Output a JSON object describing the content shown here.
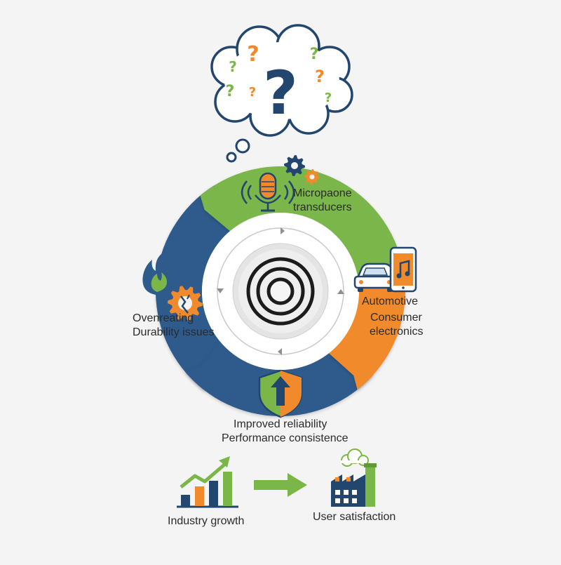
{
  "colors": {
    "green": "#7ab648",
    "orange": "#f08a2c",
    "blue": "#2f5a8c",
    "navy": "#23466f",
    "ring": "#e9e9e9",
    "text": "#2b2b2b"
  },
  "cycle": {
    "segments": [
      {
        "key": "microphone",
        "color": "green",
        "lines": [
          "Micropaone",
          "transducers"
        ],
        "icons": [
          "microphone-icon",
          "gears-icon"
        ]
      },
      {
        "key": "applications",
        "color": "orange",
        "lines": [
          "Automotive",
          "Consumer",
          "electronics"
        ],
        "icons": [
          "car-icon",
          "smartphone-music-icon"
        ]
      },
      {
        "key": "reliability",
        "color": "blue",
        "lines": [
          "Improved reliability",
          "Performance consistence"
        ],
        "icons": [
          "shield-arrow-up-icon"
        ]
      },
      {
        "key": "problems",
        "color": "blue",
        "lines": [
          "Ovenreating",
          "Durability issues"
        ],
        "icons": [
          "flame-icon",
          "broken-gear-icon"
        ]
      }
    ],
    "center_icon": "target-icon",
    "thought_icon": "question-cloud-icon"
  },
  "bottom": {
    "growth_label": "Industry growth",
    "growth_icon": "bar-chart-growth-icon",
    "flow_icon": "arrow-right-icon",
    "satisfaction_label": "User satisfaction",
    "satisfaction_icon": "factory-icon"
  }
}
